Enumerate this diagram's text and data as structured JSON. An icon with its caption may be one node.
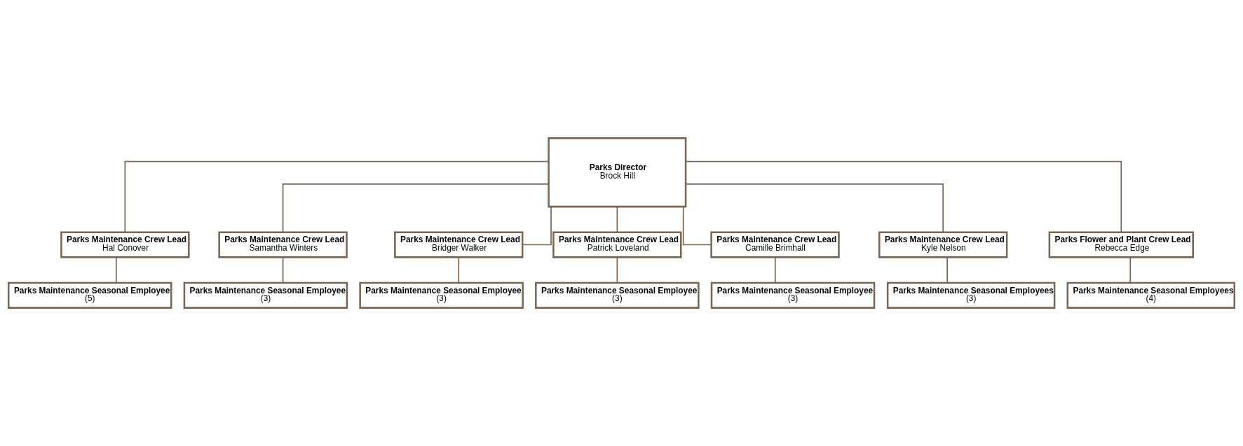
{
  "diagram": {
    "nodes": [
      {
        "text": [
          "Parks Director",
          "Brock Hill"
        ]
      },
      {
        "text": [
          "Parks Maintenance Crew Lead",
          "Hal Conover"
        ]
      },
      {
        "text": [
          "Parks Maintenance Crew Lead",
          "Samantha Winters"
        ]
      },
      {
        "text": [
          "Parks Maintenance Crew Lead",
          "Bridger Walker"
        ]
      },
      {
        "text": [
          "Parks Maintenance Crew Lead",
          "Patrick Loveland"
        ]
      },
      {
        "text": [
          "Parks Maintenance Crew Lead",
          "Camille Brimhall"
        ]
      },
      {
        "text": [
          "Parks Maintenance Crew Lead",
          "Kyle Nelson"
        ]
      },
      {
        "text": [
          "Parks Flower and Plant Crew Lead",
          "Rebecca Edge"
        ]
      },
      {
        "text": [
          "Parks Maintenance Seasonal Employee",
          "(5)"
        ]
      },
      {
        "text": [
          "Parks Maintenance Seasonal Employee",
          "(3)"
        ]
      },
      {
        "text": [
          "Parks Maintenance Seasonal Employee",
          "(3)"
        ]
      },
      {
        "text": [
          "Parks Maintenance Seasonal Employee",
          "(3)"
        ]
      },
      {
        "text": [
          "Parks Maintenance Seasonal Employee",
          "(3)"
        ]
      },
      {
        "text": [
          "Parks Maintenance Seasonal Employees",
          "(3)"
        ]
      },
      {
        "text": [
          "Parks Maintenance Seasonal Employees",
          "(4)"
        ]
      }
    ],
    "edges": [
      {
        "from": 0,
        "to": 1,
        "arrow": "none"
      },
      {
        "from": 0,
        "to": 2,
        "arrow": "none"
      },
      {
        "from": 0,
        "to": 3,
        "arrow": "none"
      },
      {
        "from": 0,
        "to": 4,
        "arrow": "none"
      },
      {
        "from": 0,
        "to": 5,
        "arrow": "none"
      },
      {
        "from": 0,
        "to": 6,
        "arrow": "none"
      },
      {
        "from": 0,
        "to": 7,
        "arrow": "none"
      },
      {
        "from": 1,
        "to": 8,
        "arrow": "none"
      },
      {
        "from": 2,
        "to": 9,
        "arrow": "none"
      },
      {
        "from": 3,
        "to": 10,
        "arrow": "none"
      },
      {
        "from": 4,
        "to": 11,
        "arrow": "none"
      },
      {
        "from": 5,
        "to": 12,
        "arrow": "none"
      },
      {
        "from": 6,
        "to": 13,
        "arrow": "none"
      },
      {
        "from": 7,
        "to": 14,
        "arrow": "none"
      }
    ]
  }
}
